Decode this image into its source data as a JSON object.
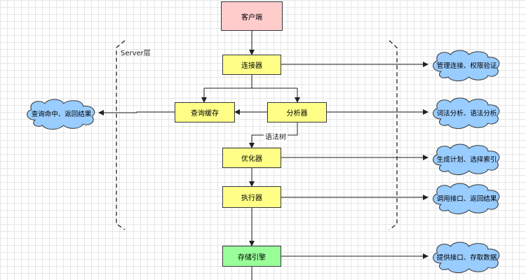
{
  "nodes": {
    "client": "客户端",
    "connector": "连接器",
    "query_cache": "查询缓存",
    "analyzer": "分析器",
    "optimizer": "优化器",
    "executor": "执行器",
    "storage_engine": "存储引擎"
  },
  "layer_label": "Server层",
  "edge_labels": {
    "syntax_tree": "语法树"
  },
  "clouds": {
    "cache_hit": "查询命中、返回结果",
    "connection": "管理连接、权限验证",
    "analysis": "词法分析、语法分析",
    "optimization": "生成计划、选择索引",
    "execution": "调用接口、返回结果",
    "storage": "提供接口、存取数据"
  },
  "colors": {
    "client_fill": "#ffcccc",
    "step_fill": "#ffff88",
    "storage_fill": "#99ff99",
    "cloud_fill": "#99ccff"
  }
}
